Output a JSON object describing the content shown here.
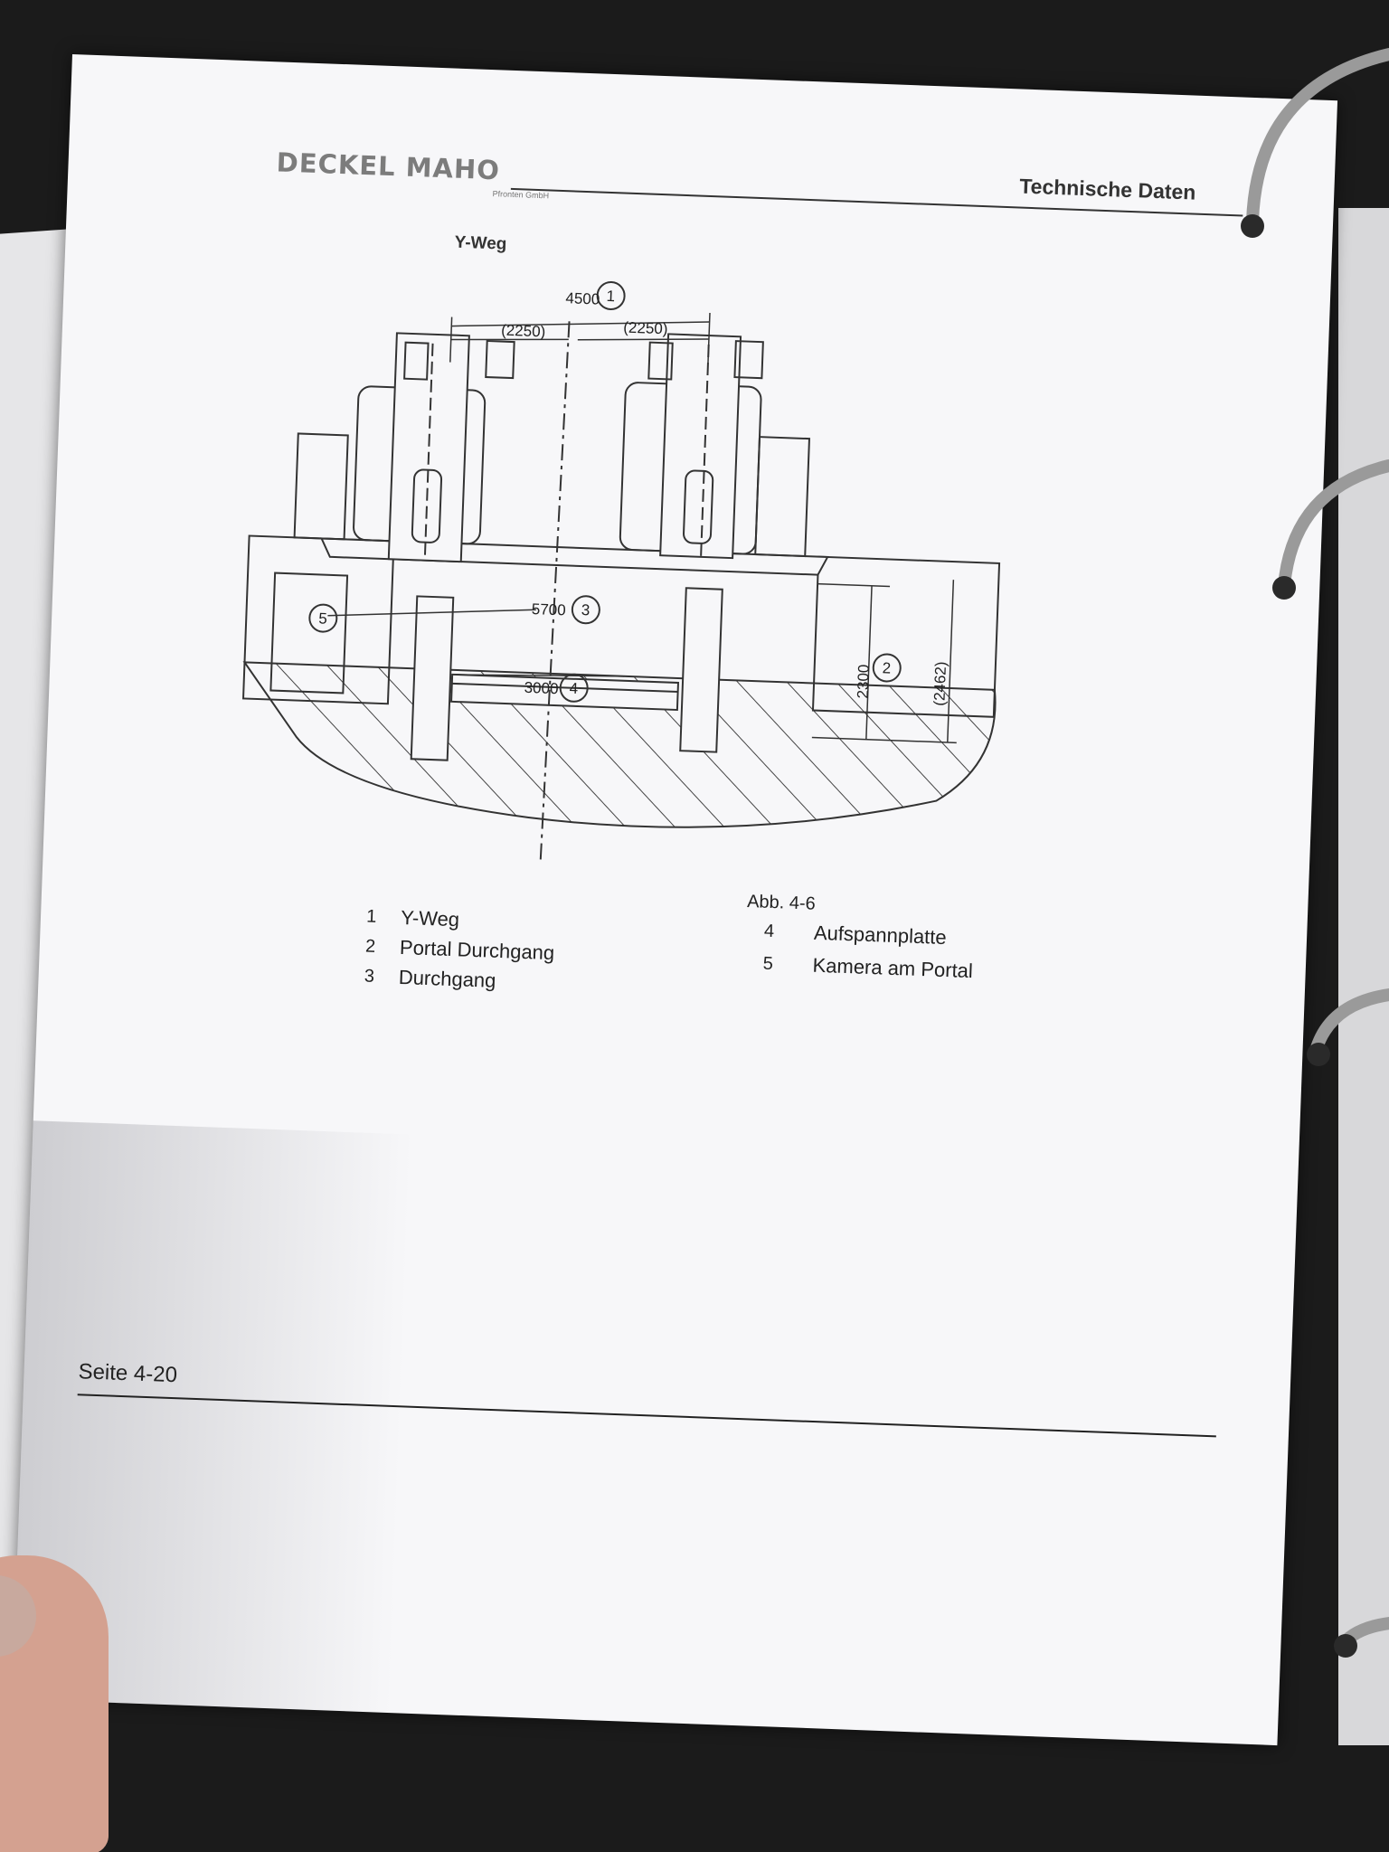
{
  "header": {
    "brand": "DECKEL MAHO",
    "brand_sub": "Pfronten GmbH",
    "section": "Technische Daten"
  },
  "figure": {
    "heading": "Y-Weg",
    "caption": "Abb. 4-6",
    "dimensions": {
      "top_span": "4500",
      "left_half": "(2250)",
      "right_half": "(2250)",
      "passage": "5700",
      "table": "3000",
      "portal_height": "2300",
      "portal_height_ref": "(2462)"
    },
    "callouts": [
      "1",
      "2",
      "3",
      "4",
      "5"
    ]
  },
  "legend": [
    {
      "num": "1",
      "label": "Y-Weg"
    },
    {
      "num": "2",
      "label": "Portal Durchgang"
    },
    {
      "num": "3",
      "label": "Durchgang"
    },
    {
      "num": "4",
      "label": "Aufspannplatte"
    },
    {
      "num": "5",
      "label": "Kamera am Portal"
    }
  ],
  "footer": {
    "page": "Seite 4-20"
  },
  "colors": {
    "paper": "#f7f7f9",
    "ink": "#222222",
    "brand_gray": "#7c7c7c"
  }
}
